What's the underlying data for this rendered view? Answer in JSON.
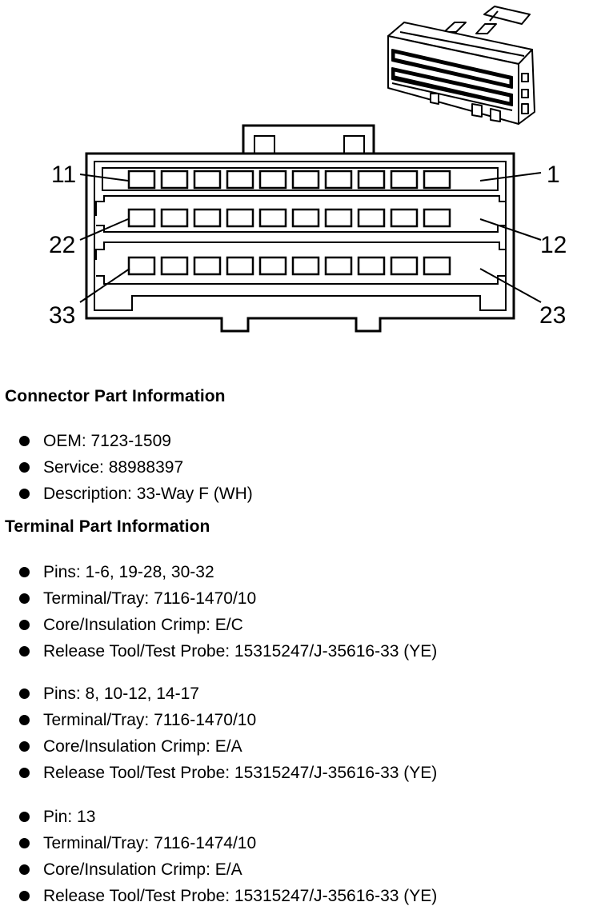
{
  "diagram": {
    "pin_labels": {
      "pin_11": "11",
      "pin_1": "1",
      "pin_22": "22",
      "pin_12": "12",
      "pin_33": "33",
      "pin_23": "23"
    },
    "rows": 3,
    "cavities_per_row": 10,
    "render_3d_icon": "connector-3d-view-icon"
  },
  "connector": {
    "title": "Connector Part Information",
    "items": [
      "OEM: 7123-1509",
      "Service: 88988397",
      "Description: 33-Way F (WH)"
    ]
  },
  "terminal": {
    "title": "Terminal Part Information",
    "groups": [
      {
        "items": [
          "Pins: 1-6, 19-28, 30-32",
          "Terminal/Tray: 7116-1470/10",
          "Core/Insulation Crimp: E/C",
          "Release Tool/Test Probe: 15315247/J-35616-33 (YE)"
        ]
      },
      {
        "items": [
          "Pins: 8, 10-12, 14-17",
          "Terminal/Tray: 7116-1470/10",
          "Core/Insulation Crimp: E/A",
          "Release Tool/Test Probe: 15315247/J-35616-33 (YE)"
        ]
      },
      {
        "items": [
          "Pin: 13",
          "Terminal/Tray: 7116-1474/10",
          "Core/Insulation Crimp: E/A",
          "Release Tool/Test Probe: 15315247/J-35616-33 (YE)"
        ]
      }
    ]
  }
}
